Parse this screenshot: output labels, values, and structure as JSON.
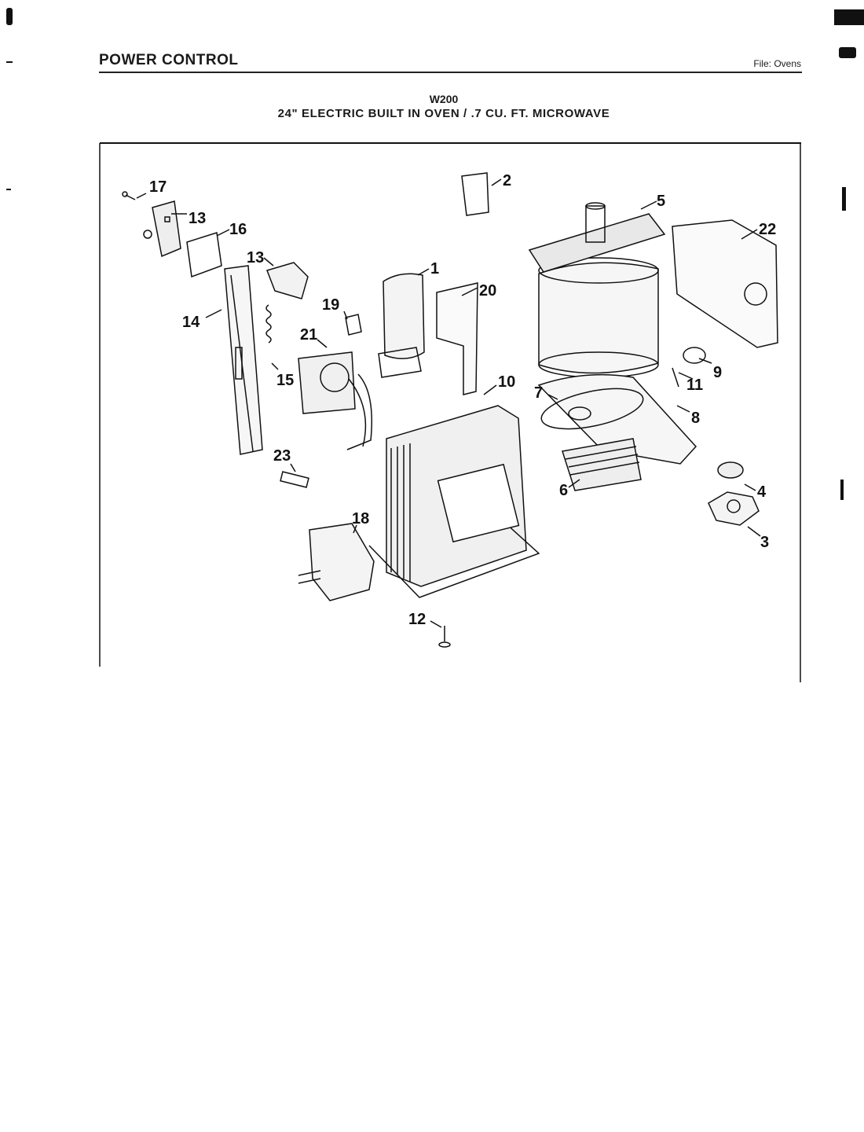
{
  "header": {
    "title": "POWER CONTROL",
    "file_label": "File: Ovens"
  },
  "diagram": {
    "model": "W200",
    "subtitle": "24\" ELECTRIC BUILT IN OVEN / .7 CU. FT. MICROWAVE",
    "callouts": [
      "17",
      "13",
      "16",
      "13",
      "14",
      "15",
      "21",
      "19",
      "1",
      "20",
      "2",
      "5",
      "22",
      "9",
      "11",
      "8",
      "7",
      "6",
      "10",
      "23",
      "18",
      "12",
      "4",
      "3"
    ]
  }
}
